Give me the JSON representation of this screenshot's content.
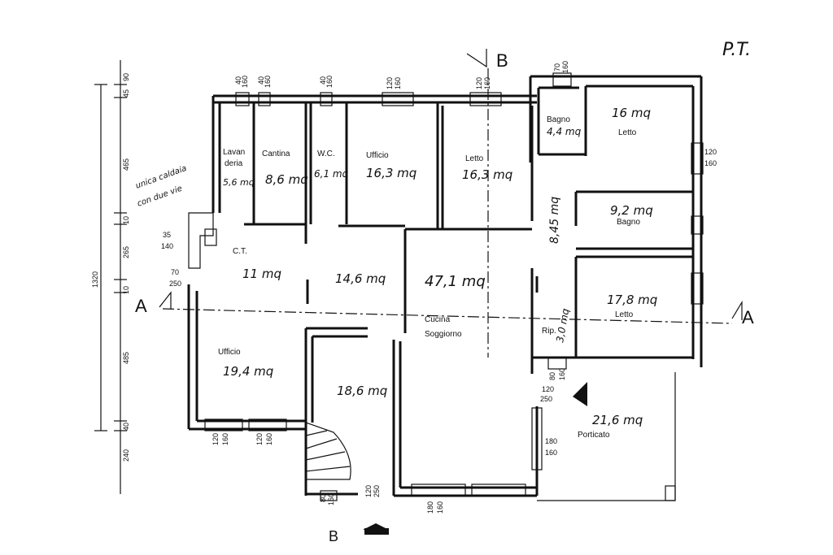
{
  "sheet": {
    "mark": "P.T."
  },
  "sections": {
    "a": "A",
    "b": "B"
  },
  "note": {
    "line1": "unica caldaia",
    "line2": "con due vie"
  },
  "rooms": {
    "lavanderia": {
      "name_1": "Lavan",
      "name_2": "deria",
      "area": "5,6 mq"
    },
    "cantina": {
      "name": "Cantina",
      "area": "8,6 mq"
    },
    "wc": {
      "name": "W.C.",
      "area": "6,1 mq"
    },
    "ufficio_top": {
      "name": "Ufficio",
      "area": "16,3 mq"
    },
    "letto_top": {
      "name": "Letto",
      "area": "16,3 mq"
    },
    "bagno_small": {
      "name": "Bagno",
      "area": "4,4 mq"
    },
    "letto_16": {
      "name": "Letto",
      "area": "16 mq"
    },
    "bagno_92": {
      "name": "Bagno",
      "area": "9,2 mq"
    },
    "ct": {
      "name": "C.T.",
      "area": "11 mq"
    },
    "corridor": {
      "area": "14,6 mq"
    },
    "cucina": {
      "name_1": "Cucina",
      "name_2": "Soggiorno",
      "area": "47,1 mq"
    },
    "letto_178": {
      "name": "Letto",
      "area": "17,8 mq"
    },
    "ripo": {
      "name": "Rip.",
      "area": "3,0 mq"
    },
    "hall": {
      "area": "8,45 mq"
    },
    "ufficio_bottom": {
      "name": "Ufficio",
      "area": "19,4 mq"
    },
    "ingresso": {
      "area": "18,6 mq"
    },
    "porticato": {
      "name": "Porticato",
      "area": "21,6 mq"
    }
  },
  "dims_left": {
    "d45": "45",
    "d90": "90",
    "d465": "465",
    "d10a": "10",
    "d265": "265",
    "d10b": "10",
    "d485": "485",
    "d40": "40",
    "d240": "240",
    "total": "1320"
  },
  "openings": {
    "o_40": "40",
    "o_160": "160",
    "o_120": "120",
    "o_70": "70",
    "o_80": "80",
    "o_180": "180",
    "o_35": "35",
    "o_140": "140",
    "o_250": "250"
  }
}
